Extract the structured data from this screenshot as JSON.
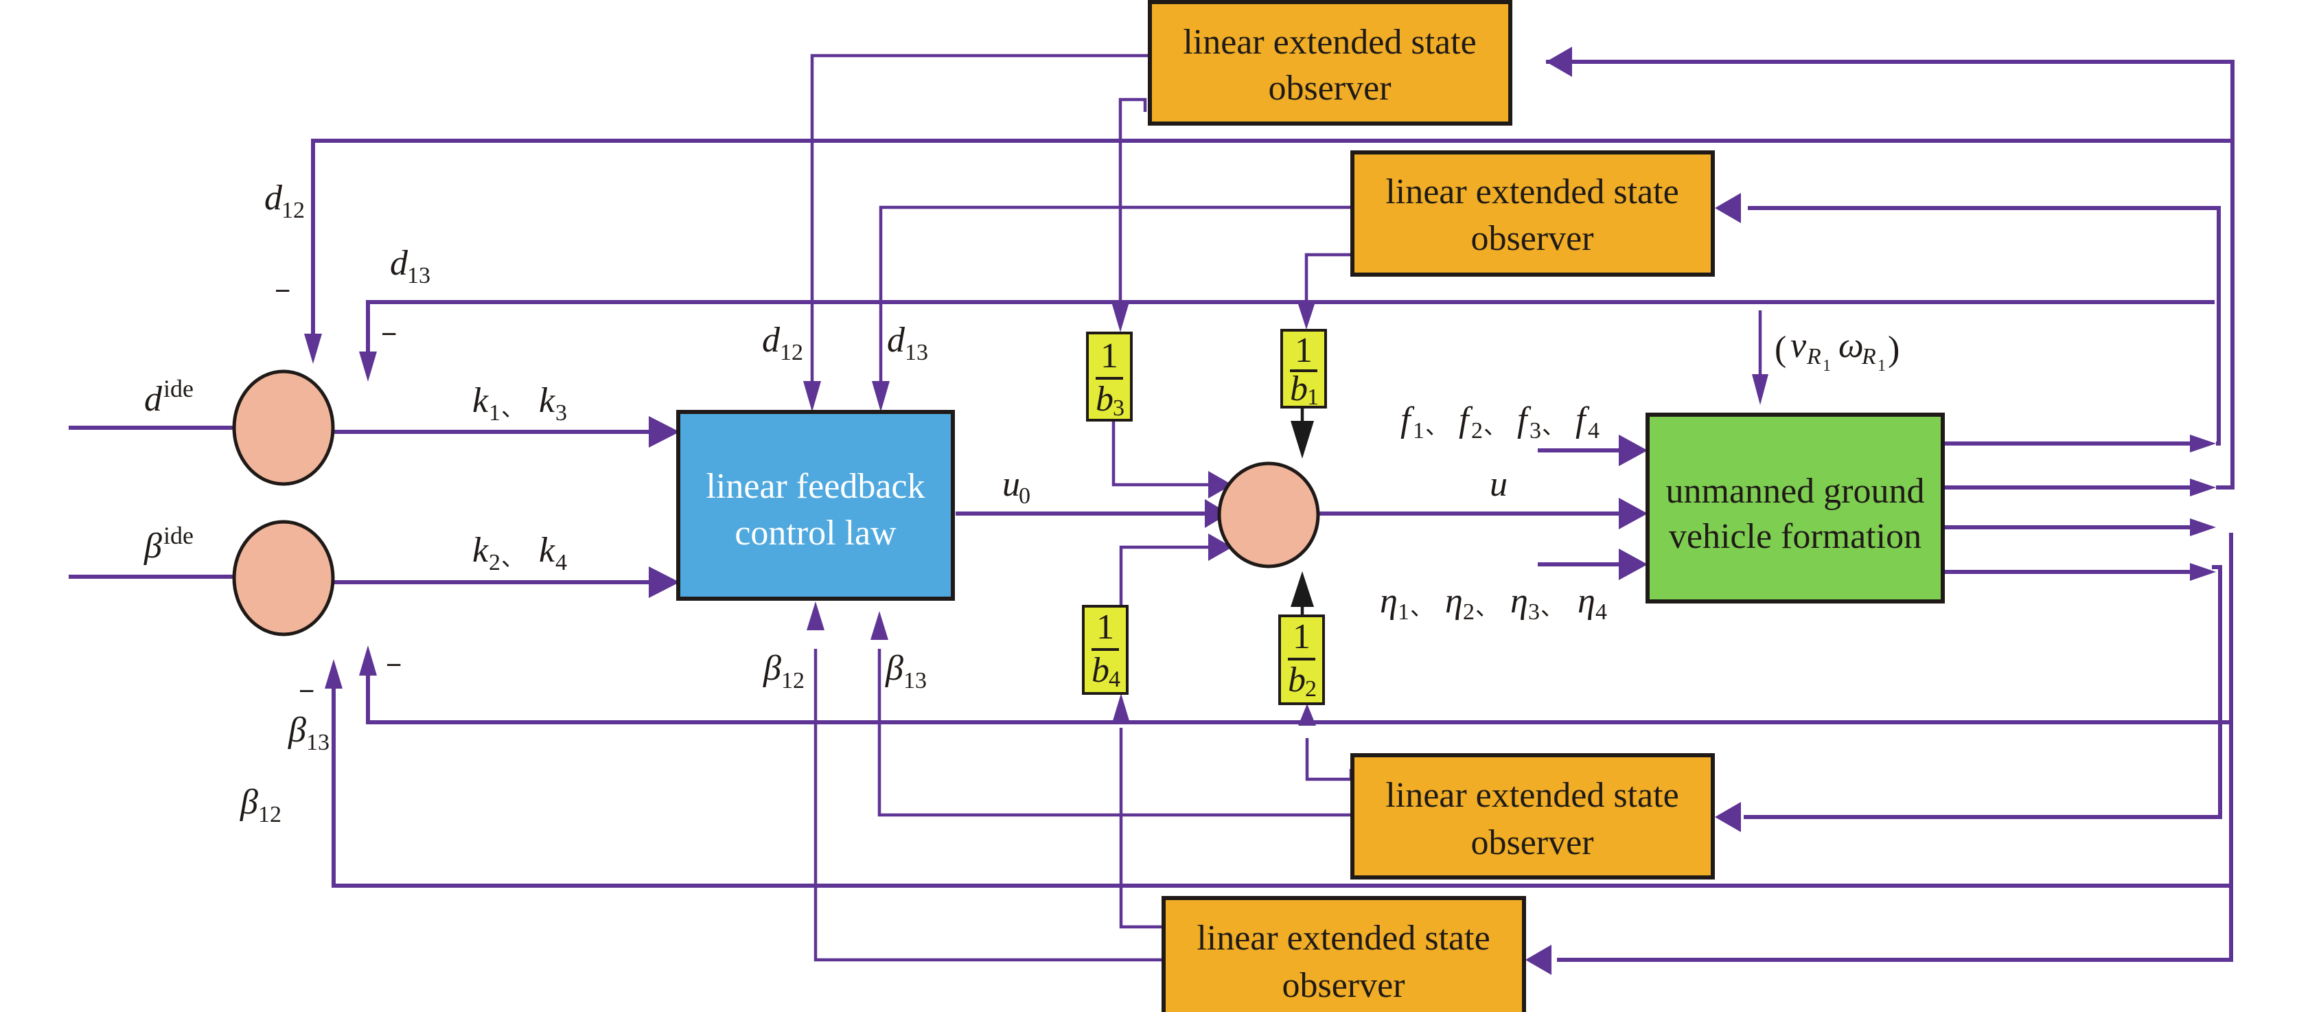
{
  "diagram": {
    "title": "Linear active disturbance rejection control structure for unmanned ground vehicle formation",
    "colors": {
      "wire": "#5e3495",
      "observer_fill": "#f0ad25",
      "control_fill": "#4fa9df",
      "plant_fill": "#7ece51",
      "gain_fill": "#e4eb37",
      "sum_fill": "#f1b59c",
      "border": "#1f1a17"
    },
    "blocks": {
      "observer_top": {
        "line1": "linear extended state",
        "line2": "observer"
      },
      "observer_upper": {
        "line1": "linear extended state",
        "line2": "observer"
      },
      "observer_lower": {
        "line1": "linear extended state",
        "line2": "observer"
      },
      "observer_bottom": {
        "line1": "linear extended state",
        "line2": "observer"
      },
      "control_law": {
        "line1": "linear feedback",
        "line2": "control law"
      },
      "plant": {
        "line1": "unmanned ground",
        "line2": "vehicle formation"
      }
    },
    "gains": [
      {
        "id": "b3",
        "num": "1",
        "den": "b",
        "sub": "3"
      },
      {
        "id": "b1",
        "num": "1",
        "den": "b",
        "sub": "1"
      },
      {
        "id": "b4",
        "num": "1",
        "den": "b",
        "sub": "4"
      },
      {
        "id": "b2",
        "num": "1",
        "den": "b",
        "sub": "2"
      }
    ],
    "signals": {
      "d_ide": {
        "base": "d",
        "sup": "ide"
      },
      "beta_ide": {
        "base": "β",
        "sup": "ide"
      },
      "d12": {
        "base": "d",
        "sub": "12"
      },
      "d13": {
        "base": "d",
        "sub": "13"
      },
      "beta12": {
        "base": "β",
        "sub": "12"
      },
      "beta13": {
        "base": "β",
        "sub": "13"
      },
      "k13": {
        "a": "k",
        "a_sub": "1",
        "sep": "、",
        "b": "k",
        "b_sub": "3"
      },
      "k24": {
        "a": "k",
        "a_sub": "2",
        "sep": "、",
        "b": "k",
        "b_sub": "4"
      },
      "u0": {
        "base": "u",
        "sub": "0"
      },
      "u": {
        "base": "u"
      },
      "f": {
        "base": "f",
        "subs": [
          "1",
          "2",
          "3",
          "4"
        ],
        "sep": "、"
      },
      "eta": {
        "base": "η",
        "subs": [
          "1",
          "2",
          "3",
          "4"
        ],
        "sep": "、"
      },
      "reference": {
        "open": "(",
        "v": "v",
        "omega": "ω",
        "sub": "R",
        "subsub": "1",
        "close": ")"
      }
    },
    "sign": "−"
  }
}
